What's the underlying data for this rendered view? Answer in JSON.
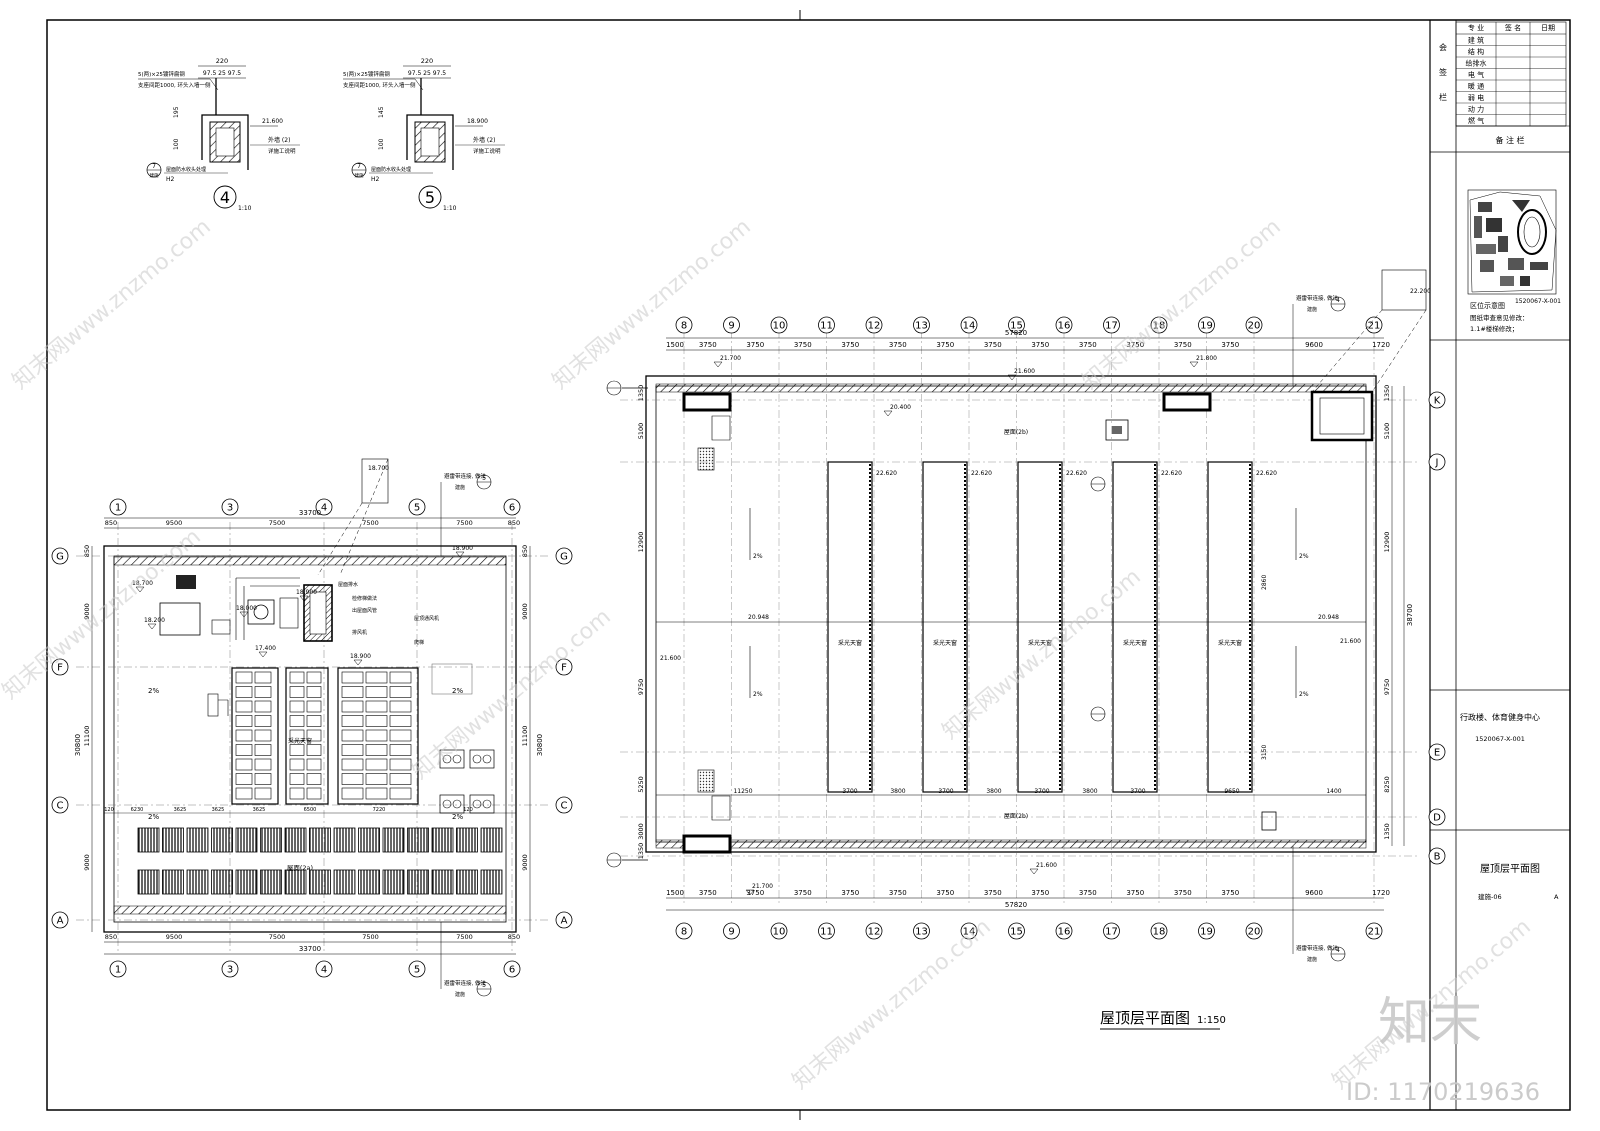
{
  "title_block": {
    "header": [
      "专 业",
      "签 名",
      "日期"
    ],
    "side_label": "会签栏",
    "disciplines": [
      "建 筑",
      "结 构",
      "给排水",
      "电 气",
      "暖 通",
      "弱 电",
      "动 力",
      "燃 气"
    ],
    "remarks_label": "备 注 栏",
    "location_label": "区位示意图",
    "location_code": "1520067-X-001",
    "location_note1": "图纸审查意见修改：",
    "location_note2": "1.1#楼梯修改；",
    "project_name": "行政楼、体育健身中心",
    "project_code": "1520067-X-001",
    "drawing_title": "屋顶层平面图",
    "drawing_no": "建施-06",
    "revision": "A"
  },
  "main_title": "屋顶层平面图",
  "main_scale": "1:150",
  "details": [
    {
      "number": "4",
      "scale": "1:10",
      "dim_top": "220",
      "dim_split": "97.5 25 97.5",
      "note1": "5(两)×25镀锌扁钢",
      "note2": "支座间距1000, 环头入墙一侧",
      "level": "21.600",
      "note3": "外墙 (2)",
      "note4": "详施工说明",
      "h1": "195",
      "h2": "100",
      "ref_num": "7",
      "ref_sheet": "建施",
      "code": "H2",
      "anchor_note": "屋面防水收头处理"
    },
    {
      "number": "5",
      "scale": "1:10",
      "dim_top": "220",
      "dim_split": "97.5 25 97.5",
      "note1": "5(两)×25镀锌扁钢",
      "note2": "支座间距1000, 环头入墙一侧",
      "level": "18.900",
      "note3": "外墙 (2)",
      "note4": "详施工说明",
      "h1": "145",
      "h2": "100",
      "ref_num": "7",
      "ref_sheet": "建施",
      "code": "H2",
      "anchor_note": "屋面防水收头处理"
    }
  ],
  "left_plan": {
    "grid_x": [
      "1",
      "3",
      "4",
      "5",
      "6"
    ],
    "grid_y": [
      "G",
      "F",
      "C",
      "A"
    ],
    "dims_top": [
      "850",
      "9500",
      "7500",
      "7500",
      "7500",
      "850"
    ],
    "dim_total": "33700",
    "dims_left": [
      "850",
      "9000",
      "11100",
      "9000",
      "850"
    ],
    "dim_total_v": "30800",
    "levels": [
      "18.700",
      "18.200",
      "18.000",
      "17.400",
      "18.900",
      "18.900",
      "18.900"
    ],
    "slope": "2%",
    "roof_label": "屋面(2a)",
    "skylight": "采光天窗",
    "callout": "避雷带连接, 做法",
    "callout_sheet": "5",
    "callout_sheet_ref": "建施",
    "notes": [
      "屋面排水",
      "检修梯做法",
      "出屋面风管",
      "屋顶通风机",
      "排风机",
      "爬梯"
    ],
    "dim_c": [
      "120",
      "6230",
      "3625",
      "3625",
      "3625",
      "6500",
      "7220",
      "120"
    ]
  },
  "right_plan": {
    "grid_x": [
      "8",
      "9",
      "10",
      "11",
      "12",
      "13",
      "14",
      "15",
      "16",
      "17",
      "18",
      "19",
      "20",
      "21"
    ],
    "grid_y": [
      "K",
      "J",
      "E",
      "D",
      "B"
    ],
    "dims_top": [
      "1500",
      "3750",
      "3750",
      "3750",
      "3750",
      "3750",
      "3750",
      "3750",
      "3750",
      "3750",
      "3750",
      "3750",
      "3750",
      "9600",
      "1720"
    ],
    "dim_total": "57820",
    "dims_left": [
      "1350",
      "5100",
      "12900",
      "9750",
      "5250",
      "3000",
      "1350"
    ],
    "dims_right": [
      "1350",
      "5100",
      "12900",
      "9750",
      "8250",
      "1350"
    ],
    "dim_total_v": "38700",
    "levels": [
      "21.700",
      "21.800",
      "21.600",
      "20.400",
      "21.600",
      "21.700",
      "22.620",
      "22.620",
      "22.620",
      "22.620",
      "22.620",
      "20.948",
      "20.948",
      "22.200",
      "21.600",
      "21.600"
    ],
    "roof_label": "屋面(2b)",
    "skylight": "采光天窗",
    "slope": "2%",
    "callout": "避雷带连接, 做法",
    "callout_sheet": "4",
    "callout_sheet_ref": "建施",
    "bottom_dims": [
      "11250",
      "3700",
      "3800",
      "3700",
      "3800",
      "3700",
      "3800",
      "3700",
      "9650",
      "1400"
    ],
    "mid_dim": "2860",
    "side_dim": "3150"
  },
  "watermark": {
    "brand": "知末",
    "id": "ID: 1170219636",
    "site": "知末网www.znzmo.com"
  }
}
